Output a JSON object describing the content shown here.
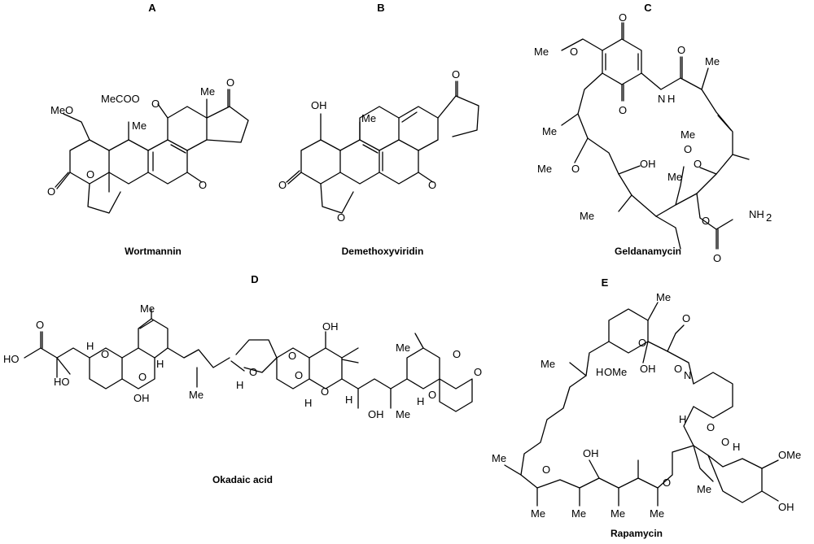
{
  "panels": [
    {
      "letter": "A",
      "name": "Wortmannin",
      "atoms": {
        "a1": "MeCOO",
        "a2": "MeO",
        "a3": "Me",
        "a4": "Me",
        "a5": "O",
        "a6": "O",
        "a7": "O",
        "a8": "O",
        "a9": "O"
      }
    },
    {
      "letter": "B",
      "name": "Demethoxyviridin",
      "atoms": {
        "b1": "OH",
        "b2": "Me",
        "b3": "O",
        "b4": "O",
        "b5": "O",
        "b6": "O"
      }
    },
    {
      "letter": "C",
      "name": "Geldanamycin",
      "atoms": {
        "c1": "O",
        "c2": "Me",
        "c3": "O",
        "c4": "N",
        "c5": "H",
        "c6": "O",
        "c7": "Me",
        "c8": "O",
        "c9": "Me",
        "c10": "Me",
        "c11": "O",
        "c12": "OH",
        "c13": "Me",
        "c14": "O",
        "c15": "Me",
        "c16": "O",
        "c17": "Me",
        "c18": "O",
        "c19": "NH",
        "c20": "2",
        "c21": "O"
      }
    },
    {
      "letter": "D",
      "name": "Okadaic acid",
      "atoms": {
        "d1": "Me",
        "d2": "O",
        "d3": "HO",
        "d4": "H",
        "d5": "O",
        "d6": "O",
        "d7": "H",
        "d8": "HO",
        "d9": "OH",
        "d10": "Me",
        "d11": "O",
        "d12": "H",
        "d13": "OH",
        "d14": "O",
        "d15": "O",
        "d16": "H",
        "d17": "O",
        "d18": "H",
        "d19": "OH",
        "d20": "Me",
        "d21": "Me",
        "d22": "H",
        "d23": "O",
        "d24": "O",
        "d25": "O"
      }
    },
    {
      "letter": "E",
      "name": "Rapamycin",
      "atoms": {
        "e1": "Me",
        "e2": "O",
        "e3": "O",
        "e4": "OH",
        "e5": "H",
        "e6": "O",
        "e7": "Me",
        "e8": "OMe",
        "e9": "N",
        "e10": "H",
        "e11": "O",
        "e12": "O",
        "e13": "Me",
        "e14": "OH",
        "e15": "O",
        "e16": "O",
        "e17": "H",
        "e18": "OMe",
        "e19": "Me",
        "e20": "Me",
        "e21": "Me",
        "e22": "Me",
        "e23": "Me",
        "e24": "OH"
      }
    }
  ]
}
